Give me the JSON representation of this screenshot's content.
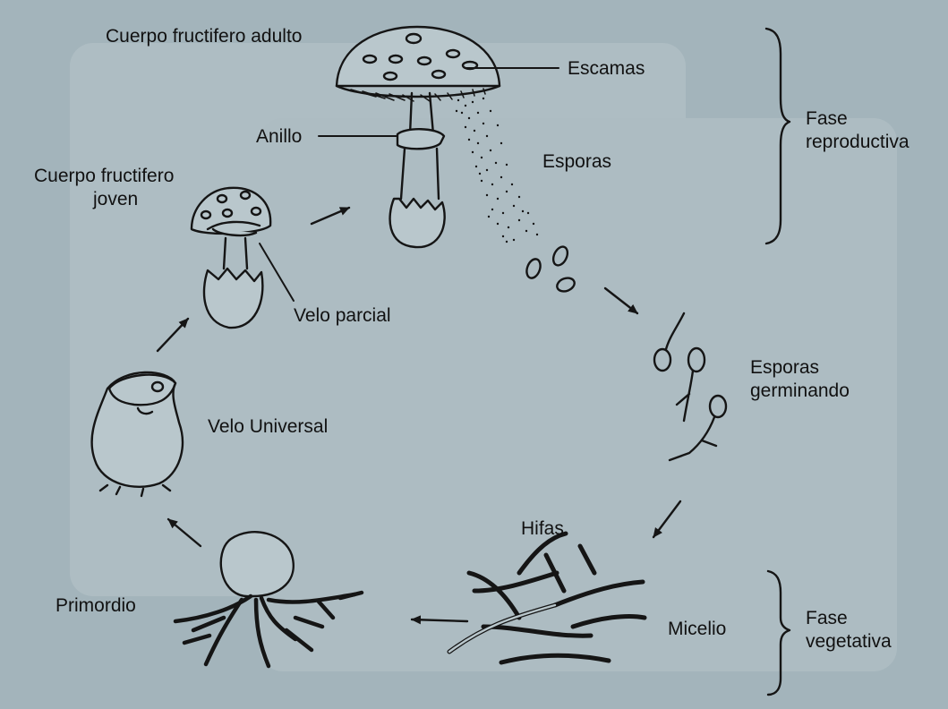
{
  "colors": {
    "background": "#a3b4bb",
    "panel_light": "#b2c1c7",
    "ink": "#151515",
    "stipe_fill": "#c9d6db"
  },
  "labels": {
    "cuerpo_adulto": "Cuerpo fructifero adulto",
    "escamas": "Escamas",
    "anillo": "Anillo",
    "esporas": "Esporas",
    "fase_reproductiva_1": "Fase",
    "fase_reproductiva_2": "reproductiva",
    "cuerpo_joven_1": "Cuerpo fructifero",
    "cuerpo_joven_2": "joven",
    "velo_parcial": "Velo parcial",
    "esporas_germinando_1": "Esporas",
    "esporas_germinando_2": "germinando",
    "velo_universal": "Velo Universal",
    "hifas": "Hifas",
    "primordio": "Primordio",
    "micelio": "Micelio",
    "fase_vegetativa_1": "Fase",
    "fase_vegetativa_2": "vegetativa"
  }
}
